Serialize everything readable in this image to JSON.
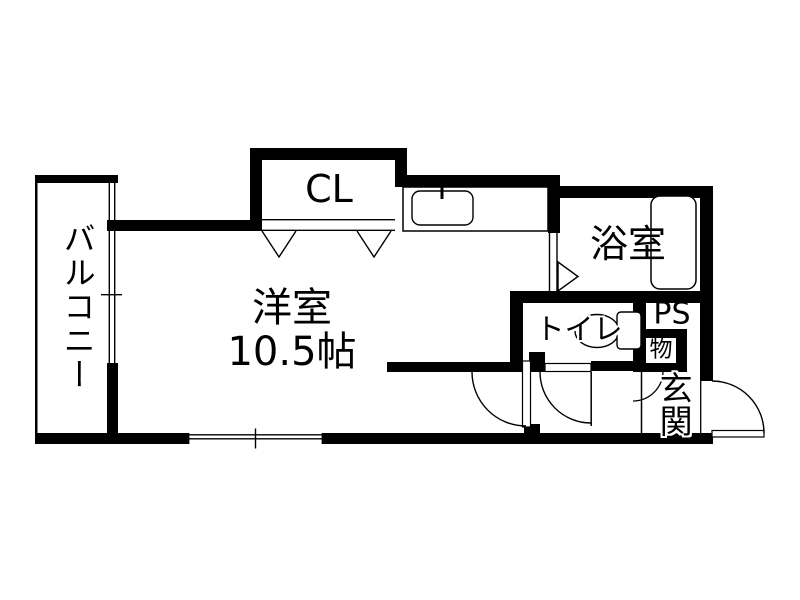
{
  "floorplan": {
    "colors": {
      "wall": "#000000",
      "background": "#ffffff"
    },
    "rooms": {
      "balcony": {
        "label": "バルコニー"
      },
      "main_room": {
        "label": "洋室",
        "size": "10.5帖"
      },
      "closet": {
        "label": "CL"
      },
      "bathroom": {
        "label": "浴室"
      },
      "toilet": {
        "label": "トイレ"
      },
      "pipe_space": {
        "label": "PS"
      },
      "storage": {
        "label": "物"
      },
      "entrance": {
        "label": "玄関"
      }
    }
  }
}
